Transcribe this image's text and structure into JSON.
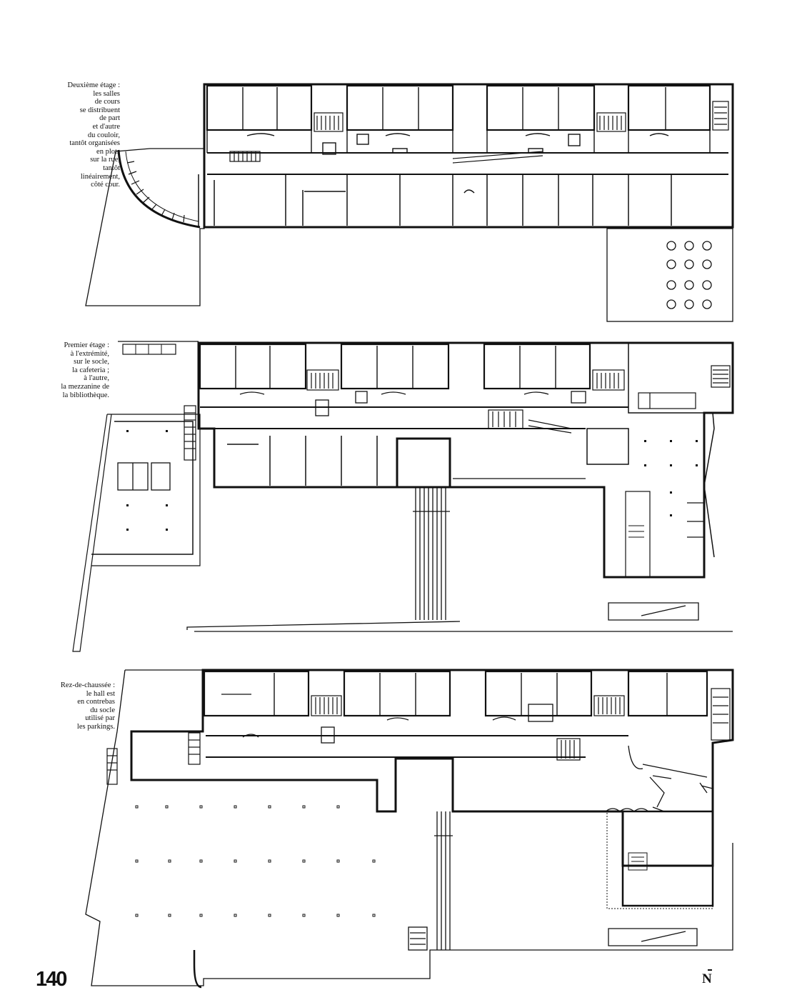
{
  "plans": [
    {
      "caption_lines": [
        "Deuxième étage :",
        "les salles",
        "de cours",
        "se distribuent",
        "de part",
        "et d'autre",
        "du couloir,",
        "tantôt organisées",
        "en plots",
        "sur la rue,",
        "tantôt",
        "linéairement,",
        "côté cour."
      ]
    },
    {
      "caption_lines": [
        "Premier étage :",
        "à l'extrémité,",
        "sur le socle,",
        "la cafeteria ;",
        "à l'autre,",
        "la mezzanine de",
        "la bibliothèque."
      ]
    },
    {
      "caption_lines": [
        "Rez-de-chaussée :",
        "le hall est",
        "en contrebas",
        "du socle",
        "utilisé par",
        "les parkings."
      ]
    }
  ],
  "page_number": "140",
  "north_label": "N"
}
